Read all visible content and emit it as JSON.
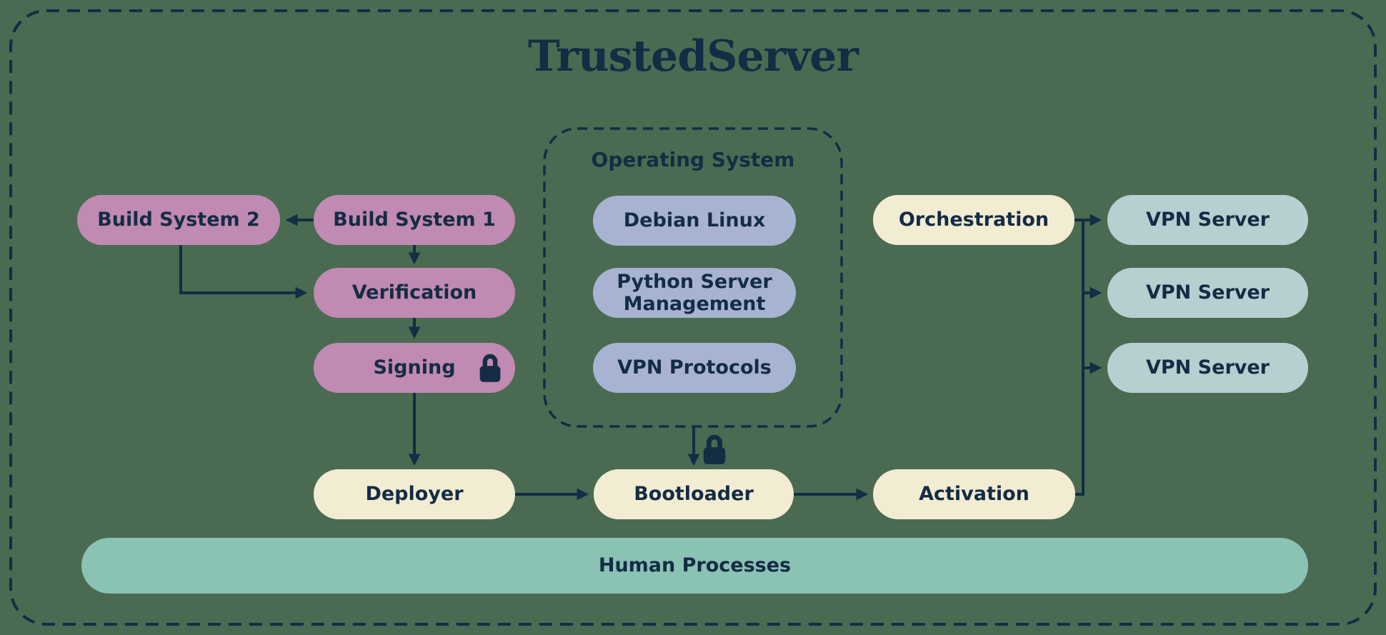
{
  "title": "TrustedServer",
  "colors": {
    "background": "#4a6b52",
    "ink": "#142c44",
    "pink": "#c08ab2",
    "periwinkle": "#a8b3d2",
    "cream": "#f2ecd3",
    "mist": "#b8cfd1",
    "teal": "#8ac2b4"
  },
  "groups": {
    "operating_system": {
      "label": "Operating System"
    }
  },
  "nodes": {
    "build_system_2": {
      "label": "Build System 2"
    },
    "build_system_1": {
      "label": "Build System 1"
    },
    "verification": {
      "label": "Verification"
    },
    "signing": {
      "label": "Signing",
      "locked": true
    },
    "deployer": {
      "label": "Deployer"
    },
    "debian_linux": {
      "label": "Debian Linux"
    },
    "python_server_management": {
      "label": "Python Server Management"
    },
    "vpn_protocols": {
      "label": "VPN Protocols"
    },
    "orchestration": {
      "label": "Orchestration"
    },
    "bootloader": {
      "label": "Bootloader"
    },
    "activation": {
      "label": "Activation"
    },
    "vpn_server_1": {
      "label": "VPN Server"
    },
    "vpn_server_2": {
      "label": "VPN Server"
    },
    "vpn_server_3": {
      "label": "VPN Server"
    },
    "human_processes": {
      "label": "Human Processes"
    }
  },
  "edges": [
    {
      "from": "build_system_1",
      "to": "build_system_2"
    },
    {
      "from": "build_system_1",
      "to": "verification"
    },
    {
      "from": "build_system_2",
      "to": "verification"
    },
    {
      "from": "verification",
      "to": "signing"
    },
    {
      "from": "signing",
      "to": "deployer"
    },
    {
      "from": "deployer",
      "to": "bootloader"
    },
    {
      "from": "operating_system",
      "to": "bootloader",
      "locked": true
    },
    {
      "from": "bootloader",
      "to": "activation"
    },
    {
      "from": "activation",
      "to": "vpn_trunk"
    },
    {
      "from": "orchestration",
      "to": "vpn_server_1"
    },
    {
      "from": "vpn_trunk",
      "to": "vpn_server_2"
    },
    {
      "from": "vpn_trunk",
      "to": "vpn_server_3"
    }
  ]
}
